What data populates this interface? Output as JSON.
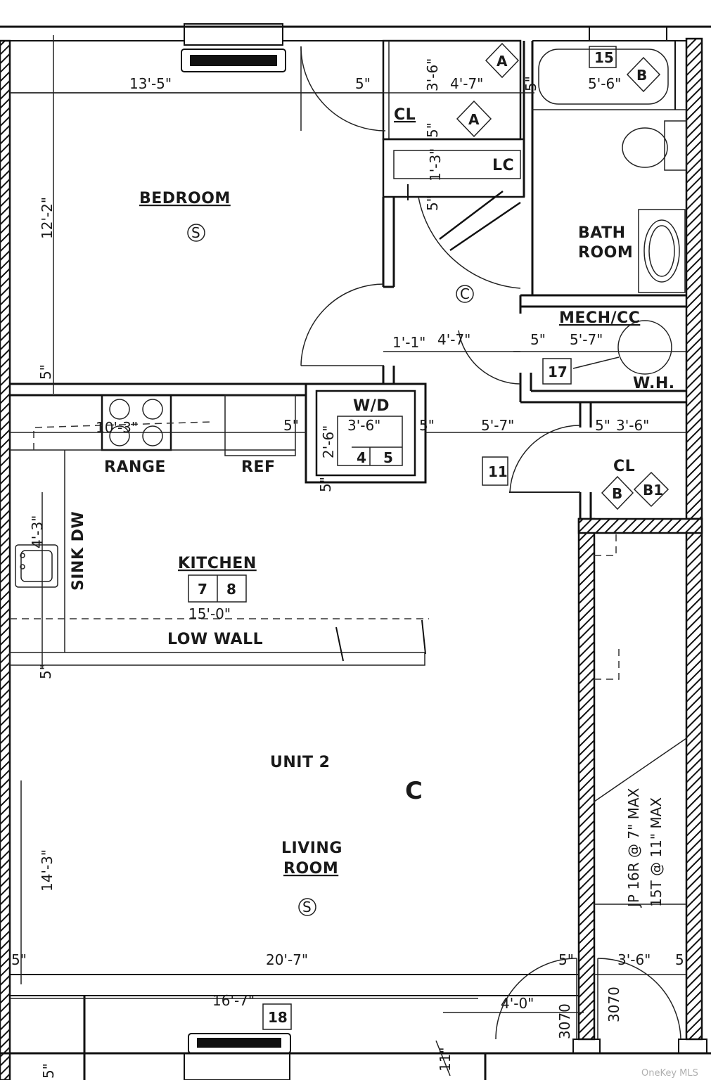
{
  "rooms": {
    "bedroom": "BEDROOM",
    "bathroom_line1": "BATH",
    "bathroom_line2": "ROOM",
    "mech": "MECH/CC",
    "water_heater": "W.H.",
    "kitchen": "KITCHEN",
    "living_line1": "LIVING",
    "living_line2": "ROOM",
    "unit": "UNIT 2",
    "closet_a": "CL",
    "closet_b": "CL",
    "linen": "LC",
    "washer_dryer": "W/D",
    "range": "RANGE",
    "ref": "REF",
    "sink_dw": "SINK DW",
    "low_wall": "LOW WALL",
    "section": "C"
  },
  "symbols": {
    "smoke": "S",
    "co": "C",
    "tag_a": "A",
    "tag_b": "B",
    "tag_b1": "B1",
    "tag_15": "15",
    "tag_17": "17",
    "tag_11": "11",
    "tag_4": "4",
    "tag_5": "5",
    "tag_7": "7",
    "tag_8": "8",
    "tag_18": "18"
  },
  "dimensions": {
    "bedroom_width": "13'-5\"",
    "bedroom_depth": "12'-2\"",
    "d_5a": "5\"",
    "d_5b": "5\"",
    "d_5c": "5\"",
    "d_5d": "5\"",
    "d_5e": "5\"",
    "d_5f": "5\"",
    "d_5g": "5\"",
    "d_5h": "5\"",
    "d_5i": "5\"",
    "d_5j": "5\"",
    "d_5k": "5\"",
    "d_5l": "5\"",
    "d_5m": "5\"",
    "d_5n": "5\"",
    "d_5o": "5",
    "cl_depth": "3'-6\"",
    "cl_width": "4'-7\"",
    "bath_width": "5'-6\"",
    "lc_depth": "1'-3\"",
    "d_1_1": "1'-1\"",
    "hall_width": "4'-7\"",
    "mech_width": "5'-7\"",
    "kitchen_run": "10'-3\"",
    "wd_width": "3'-6\"",
    "wd_depth": "2'-6\"",
    "hall_5_7": "5'-7\"",
    "cl2_width": "3'-6\"",
    "sink_dim": "4'-3\"",
    "kitchen_width": "15'-0\"",
    "living_depth": "14'-3\"",
    "living_width": "20'-7\"",
    "bottom_16_7": "16'-7\"",
    "door_4_0": "4'-0\"",
    "door_3_6": "3'-6\"",
    "door_code_1": "3070",
    "door_code_2": "3070",
    "d_11": "11\"",
    "stair_riser": "JP 16R @ 7\" MAX",
    "stair_tread": "15T @ 11\" MAX"
  },
  "watermark": "OneKey MLS"
}
